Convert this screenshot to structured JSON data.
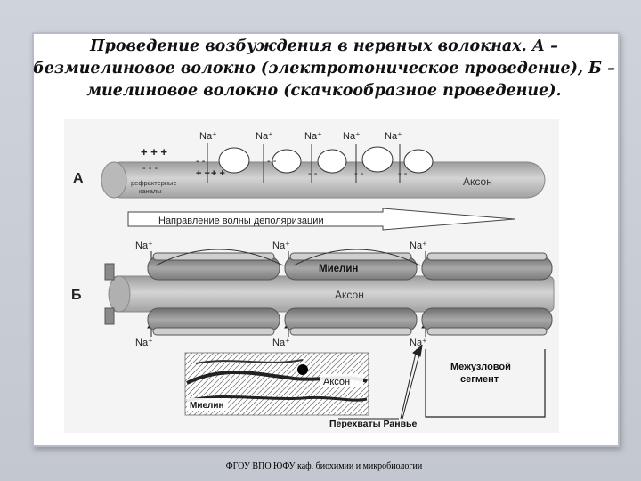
{
  "slide": {
    "title": "Проведение возбуждения в нервных волокнах. А – безмиелиновое волокно (электротоническое проведение), Б – миелиновое волокно (скачкообразное проведение).",
    "footer": "ФГОУ ВПО ЮФУ каф. биохимии и микробиологии"
  },
  "diagram": {
    "panel_a_letter": "А",
    "panel_b_letter": "Б",
    "na_ion": "Na⁺",
    "axon_label": "Аксон",
    "refractory_line1": "рефрактерные",
    "refractory_line2": "каналы",
    "direction_label": "Направление волны деполяризации",
    "myelin_label": "Миелин",
    "internode_line1": "Межузловой",
    "internode_line2": "сегмент",
    "nodes_label": "Перехваты Ранвье",
    "plus3": "+ + +",
    "minus3": "- - -",
    "plus2": "+ +",
    "minus2": "- -"
  }
}
